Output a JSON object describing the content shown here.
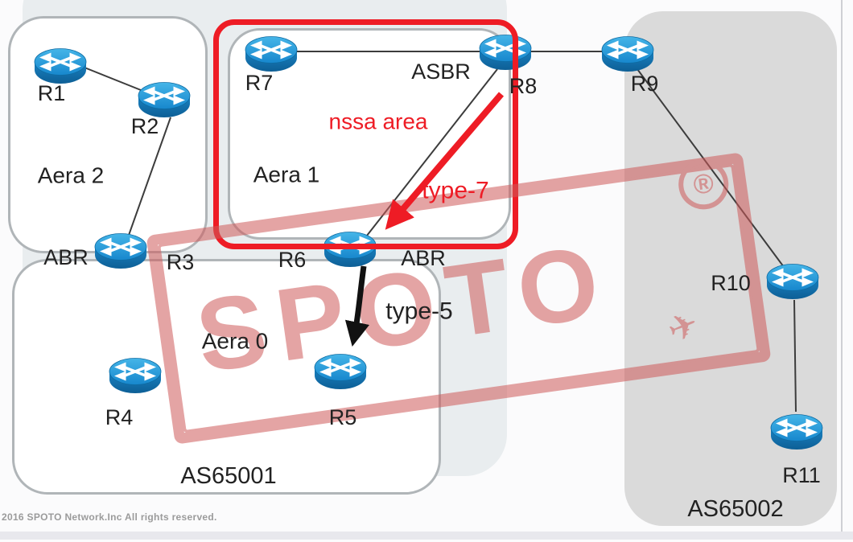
{
  "labels": {
    "r1": "R1",
    "r2": "R2",
    "r3": "R3",
    "r4": "R4",
    "r5": "R5",
    "r6": "R6",
    "r7": "R7",
    "r8": "R8",
    "r9": "R9",
    "r10": "R10",
    "r11": "R11",
    "abr_left": "ABR",
    "abr_right": "ABR",
    "asbr": "ASBR",
    "aera2": "Aera 2",
    "aera1": "Aera 1",
    "aera0": "Aera 0",
    "as65001": "AS65001",
    "as65002": "AS65002"
  },
  "annotations": {
    "nssa": "nssa area",
    "type7": "type-7",
    "type5": "type-5"
  },
  "watermark": {
    "text": "SPOTO",
    "registered": "®",
    "plane_icon": "✈"
  },
  "footer": {
    "copyright": "2016 SPOTO Network.Inc All rights reserved."
  },
  "colors": {
    "annotation_red": "#ee1c25",
    "stamp_pink": "#cf5a5a",
    "router_blue_top": "#2d9fdd",
    "router_blue_side": "#0f6da8",
    "area_gray_fill": "#dadada",
    "backing_gray": "#e9edef"
  }
}
